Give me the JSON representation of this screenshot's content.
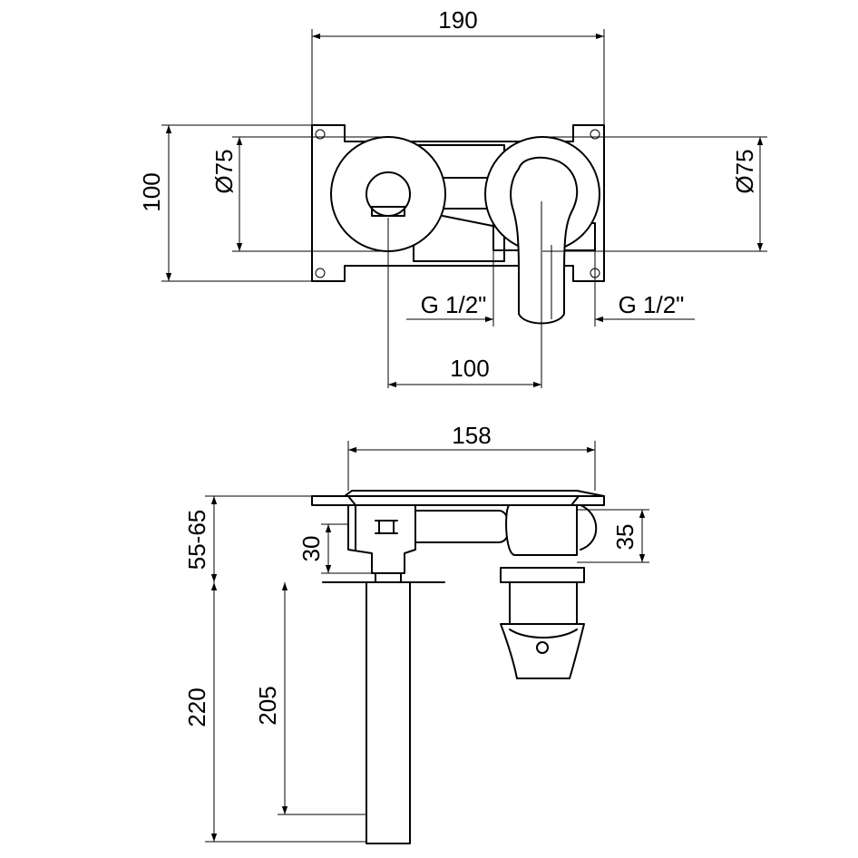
{
  "top_view": {
    "width_label": "190",
    "height_label": "100",
    "left_diameter_label": "Ø75",
    "right_diameter_label": "Ø75",
    "left_thread_label": "G 1/2\"",
    "right_thread_label": "G 1/2\"",
    "spacing_label": "100"
  },
  "side_view": {
    "plate_width_label": "158",
    "depth_label": "55-65",
    "body_height_label": "30",
    "handle_offset_label": "35",
    "spout_total_label": "220",
    "spout_visible_label": "205"
  }
}
